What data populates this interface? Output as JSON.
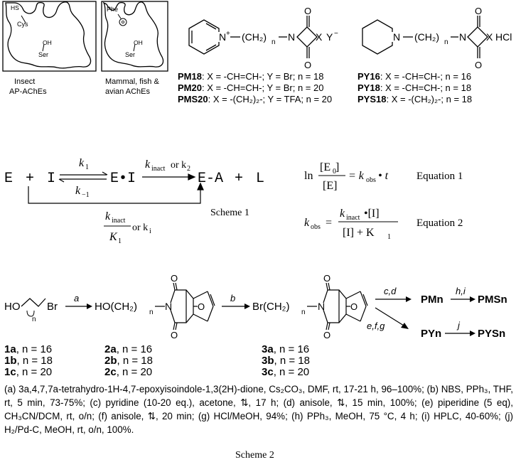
{
  "panel1": {
    "cys": "Cys",
    "ser": "Ser",
    "hs": "HS",
    "oh": "OH",
    "caption": [
      "Insect",
      "AP-AChEs"
    ]
  },
  "panel2": {
    "phe": "Phe",
    "ser": "Ser",
    "oh": "OH",
    "caption": [
      "Mammal, fish &",
      "avian AChEs"
    ]
  },
  "pm_struct": {
    "nplus": "N",
    "chain": "(CH₂)",
    "n": "n",
    "o": "O",
    "x": "X",
    "y": "Y",
    "minus": "−",
    "n_ring": "N"
  },
  "py_struct": {
    "n_pip": "N",
    "chain": "(CH₂)",
    "n": "n",
    "x": "X",
    "hcl": "HCl",
    "o": "O",
    "n_ring": "N"
  },
  "pm_list": [
    {
      "name": "PM18",
      "desc": ": X = -CH=CH-; Y = Br; n = 18"
    },
    {
      "name": "PM20",
      "desc": ": X = -CH=CH-; Y = Br; n = 20"
    },
    {
      "name": "PMS20",
      "desc": ": X = -(CH₂)₂-; Y = TFA; n = 20"
    }
  ],
  "py_list": [
    {
      "name": "PY16",
      "desc": ": X = -CH=CH-; n = 16"
    },
    {
      "name": "PY18",
      "desc": ": X = -CH=CH-; n = 18"
    },
    {
      "name": "PYS18",
      "desc": ": X = -(CH₂)₂-; n = 18"
    }
  ],
  "scheme1": {
    "E": "E",
    "plus1": "+",
    "I": "I",
    "EI": "E•I",
    "EA": "E-A",
    "plus2": "+",
    "L": "L",
    "k1": "k",
    "k1_sub": "1",
    "km1": "k",
    "km1_sub": "−1",
    "kinact": "k",
    "kinact_sub": "inact",
    "or_k2": " or k",
    "k2_sub": "2",
    "frac_num": "k",
    "frac_num_sub": "inact",
    "frac_den": "K",
    "frac_den_sub": "1",
    "or_ki": " or k",
    "ki_sub": "i",
    "label": "Scheme 1"
  },
  "eq1": {
    "ln": "ln",
    "num": "[E",
    "num_sub": "0",
    "num_end": " ]",
    "den": "[E]",
    "rhs": "= k",
    "rhs_sub": "obs",
    "rhs_end": " • t",
    "label": "Equation 1"
  },
  "eq2": {
    "lhs": "k",
    "lhs_sub": "obs",
    "eq": "=",
    "num": "k",
    "num_sub": "inact",
    "num_end": " •[I]",
    "den": "[I] + K",
    "den_sub": "1",
    "label": "Equation 2"
  },
  "scheme2": {
    "ho": "HO",
    "br": "Br",
    "n": "n",
    "ho_chain": "HO(CH₂)",
    "br_chain": "Br(CH₂)",
    "chain_n": "n",
    "o": "O",
    "a": "a",
    "b": "b",
    "cd": "c,d",
    "efg": "e,f,g",
    "hi": "h,i",
    "j": "j",
    "PMn": "PMn",
    "PMSn": "PMSn",
    "PYn": "PYn",
    "PYSn": "PYSn",
    "c1": [
      {
        "id": "1a",
        "n": ", n = 16"
      },
      {
        "id": "1b",
        "n": ", n = 18"
      },
      {
        "id": "1c",
        "n": ", n = 20"
      }
    ],
    "c2": [
      {
        "id": "2a",
        "n": ", n = 16"
      },
      {
        "id": "2b",
        "n": ", n = 18"
      },
      {
        "id": "2c",
        "n": ", n = 20"
      }
    ],
    "c3": [
      {
        "id": "3a",
        "n": ", n = 16"
      },
      {
        "id": "3b",
        "n": ", n = 18"
      },
      {
        "id": "3c",
        "n": ", n = 20"
      }
    ],
    "footnote": "(a) 3a,4,7,7a-tetrahydro-1H-4,7-epoxyisoindole-1,3(2H)-dione, Cs₂CO₃, DMF, rt, 17-21 h, 96–100%; (b) NBS, PPh₃, THF, rt, 5 min, 73-75%; (c) pyridine (10-20 eq.), acetone, ⇅, 17 h; (d) anisole, ⇅, 15 min, 100%; (e) piperidine (5 eq), CH₃CN/DCM, rt, o/n; (f) anisole, ⇅, 20 min; (g) HCl/MeOH, 94%; (h) PPh₃, MeOH, 75 °C, 4 h; (i) HPLC, 40-60%; (j) H₂/Pd-C, MeOH, rt, o/n, 100%.",
    "label": "Scheme 2"
  }
}
